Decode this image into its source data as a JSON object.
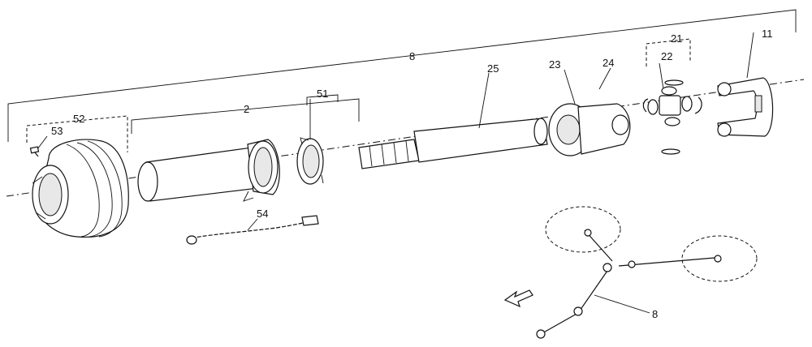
{
  "callouts": {
    "shaft_assembly": "8",
    "shaft_assembly_inset": "8",
    "guard_tube": "2",
    "cone_guard": "52",
    "screw": "53",
    "bearing_ring": "51",
    "chain": "54",
    "inner_profile_tube": "25",
    "yoke_inner": "23",
    "spring_pin": "24",
    "cross_kit": "21",
    "circlip": "22",
    "yoke_outer": "11"
  },
  "colors": {
    "line": "#111111",
    "background": "#ffffff",
    "fill_shade": "#e8e8e8"
  },
  "icons": {
    "direction_arrow": "arrow-down-left-icon"
  }
}
